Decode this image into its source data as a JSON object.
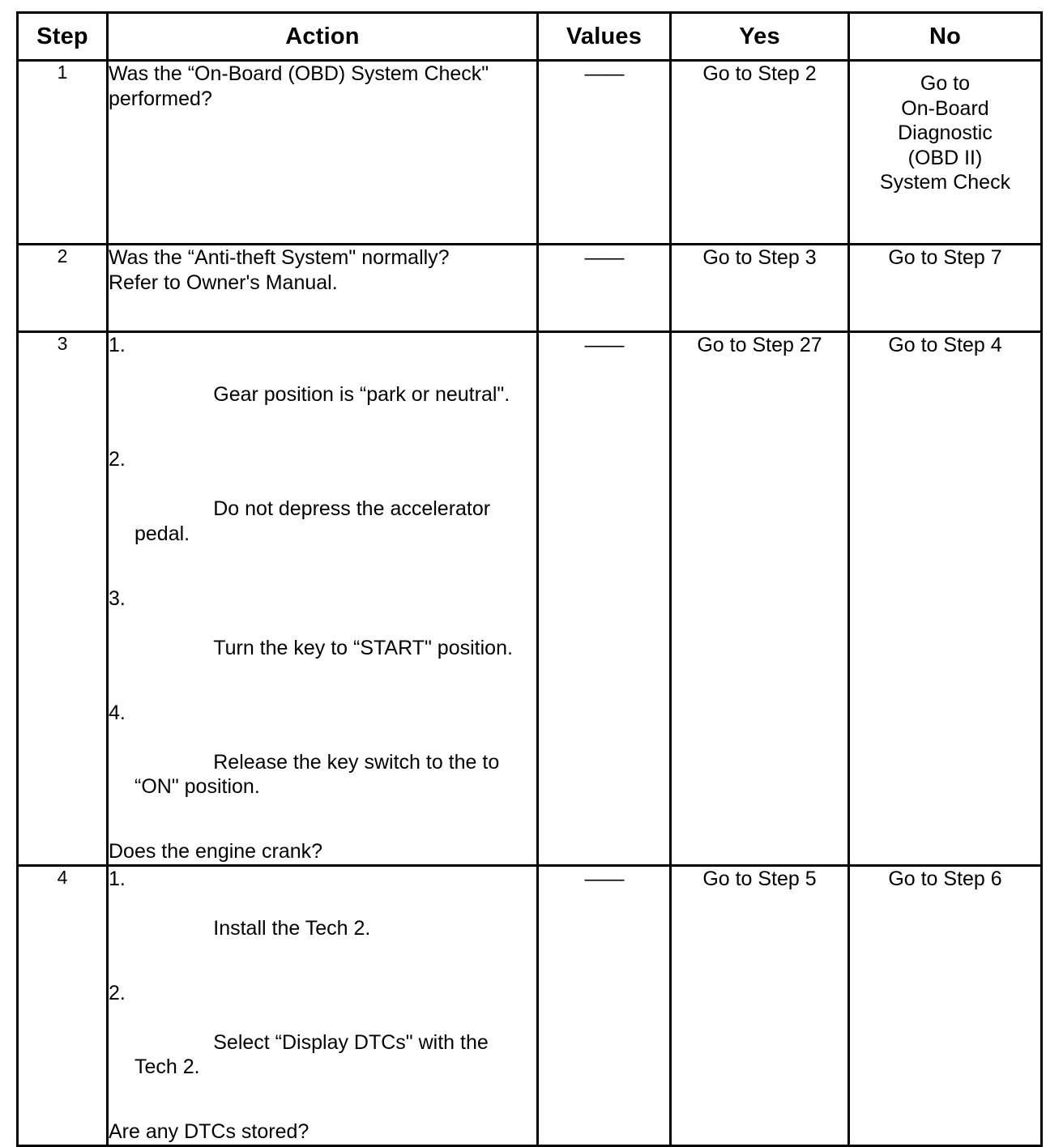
{
  "table": {
    "headers": {
      "step": "Step",
      "action": "Action",
      "values": "Values",
      "yes": "Yes",
      "no": "No"
    },
    "dash": "——",
    "rows": [
      {
        "step": "1",
        "action_lines": [
          "Was the “On-Board (OBD) System Check\" performed?"
        ],
        "action_list": [],
        "values": "——",
        "yes_lines": [
          "Go to Step 2"
        ],
        "no_lines": [
          "Go to",
          "On-Board",
          "Diagnostic",
          "(OBD II)",
          "System Check"
        ]
      },
      {
        "step": "2",
        "action_lines": [
          "Was the “Anti-theft System\" normally?\nRefer to Owner's Manual."
        ],
        "action_list": [],
        "values": "——",
        "yes_lines": [
          "Go to Step 3"
        ],
        "no_lines": [
          "Go to Step 7"
        ]
      },
      {
        "step": "3",
        "action_list": [
          {
            "num": "1.",
            "text": "Gear position is “park or neutral\"."
          },
          {
            "num": "2.",
            "text": "Do not depress the accelerator pedal."
          },
          {
            "num": "3.",
            "text": "Turn the key to “START\" position."
          },
          {
            "num": "4.",
            "text": "Release the key switch to the to “ON\" position."
          }
        ],
        "action_lines": [
          "Does the engine crank?"
        ],
        "values": "——",
        "yes_lines": [
          "Go to Step 27"
        ],
        "no_lines": [
          "Go to Step 4"
        ]
      },
      {
        "step": "4",
        "action_list": [
          {
            "num": "1.",
            "text": "Install the Tech 2."
          },
          {
            "num": "2.",
            "text": "Select “Display DTCs\" with the Tech 2."
          }
        ],
        "action_lines": [
          "Are any DTCs stored?"
        ],
        "values": "——",
        "yes_lines": [
          "Go to Step 5"
        ],
        "no_lines": [
          "Go to Step 6"
        ]
      }
    ]
  }
}
